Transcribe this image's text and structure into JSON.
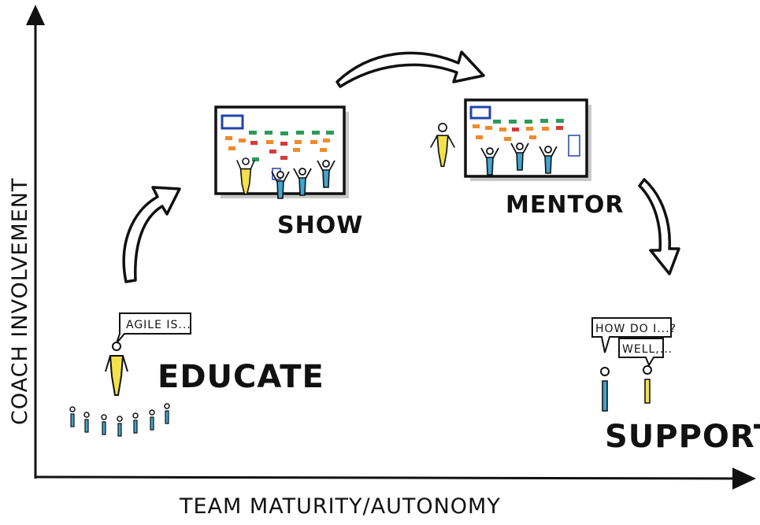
{
  "axes": {
    "y_label": "COACH INVOLVEMENT",
    "x_label": "TEAM MATURITY/AUTONOMY"
  },
  "stages": {
    "educate": {
      "label": "EDUCATE",
      "speech": "AGILE IS..."
    },
    "show": {
      "label": "SHOW"
    },
    "mentor": {
      "label": "MENTOR"
    },
    "support": {
      "label": "SUPPORT",
      "speech_question": "HOW DO I...?",
      "speech_answer": "WELL,..."
    }
  },
  "colors": {
    "ink": "#111111",
    "coach_yellow": "#f2e14b",
    "team_blue": "#3fa6cf",
    "sticky_green": "#2e9a5a",
    "sticky_orange": "#f08a2a",
    "sticky_red": "#d63a3a",
    "board_blue": "#2244aa"
  }
}
